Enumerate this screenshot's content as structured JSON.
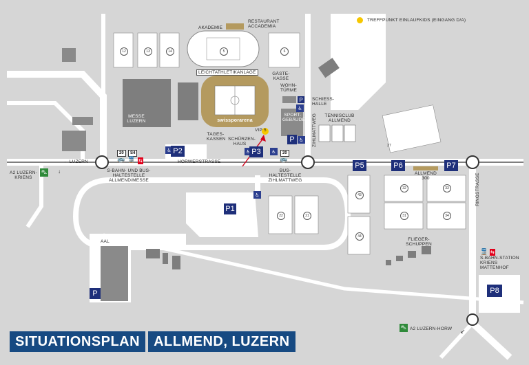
{
  "title": {
    "part1": "SITUATIONSPLAN",
    "part2": "ALLMEND, LUZERN"
  },
  "legend": {
    "meeting_point": "TREFFPUNKT EINLAUFKIDS (EINGANG D/A)"
  },
  "colors": {
    "parking": "#1e2f7a",
    "title_bar": "#174a82",
    "meeting_dot": "#f6c700",
    "highway": "#2f8a3a",
    "sbb": "#e2001a"
  },
  "parking": [
    "P1",
    "P2",
    "P3",
    "P",
    "P5",
    "P6",
    "P7",
    "P8",
    "P",
    "P"
  ],
  "labels": {
    "akademie": "AKADEMIE",
    "restaurant": "RESTAURANT ACCADEMIA",
    "leichtathletik": "LEICHTATHLETIKANLAGE",
    "gaestekasse": "GÄSTE-KASSE",
    "wohntuerme": "WOHN-TÜRME",
    "schiesshalle": "SCHIESS-HALLE",
    "messe": "MESSE LUZERN",
    "stadium": "swissporarena",
    "vip": "VIP 5",
    "tageskassen": "TAGES-KASSEN",
    "schuerzenhaus": "SCHÜRZEN-HAUS",
    "sportgebaeude": "SPORT-GEBÄUDE",
    "tennisclub": "TENNISCLUB ALLMEND",
    "zihlmattweg": "ZIHLMATTWEG",
    "luzern": "LUZERN",
    "horwerstrasse": "HORWERSTRASSE",
    "a2_kriens": "A2 LUZERN-KRIENS",
    "sbahn_messe": "S-BAHN- UND BUS-HALTESTELLE ALLMEND/MESSE",
    "bus_zihlmattweg": "BUS-HALTESTELLE ZIHLMATTWEG",
    "allmend300": "ALLMEND 300",
    "ringstrasse": "RINGSTRASSE",
    "fliegerschuppen": "FLIEGER-SCHUPPEN",
    "aal": "AAL",
    "sbahn_kriens": "S-BAHN-STATION KRIENS MATTENHOF",
    "a2_horw": "A2 LUZERN-HORW"
  },
  "bus_lines": {
    "messe_1": "20",
    "messe_2": "S4",
    "zihlmattweg": "20"
  },
  "fields": [
    "12",
    "13",
    "14",
    "5",
    "6",
    "22",
    "21",
    "43",
    "44",
    "32",
    "33",
    "31",
    "34",
    "37"
  ]
}
